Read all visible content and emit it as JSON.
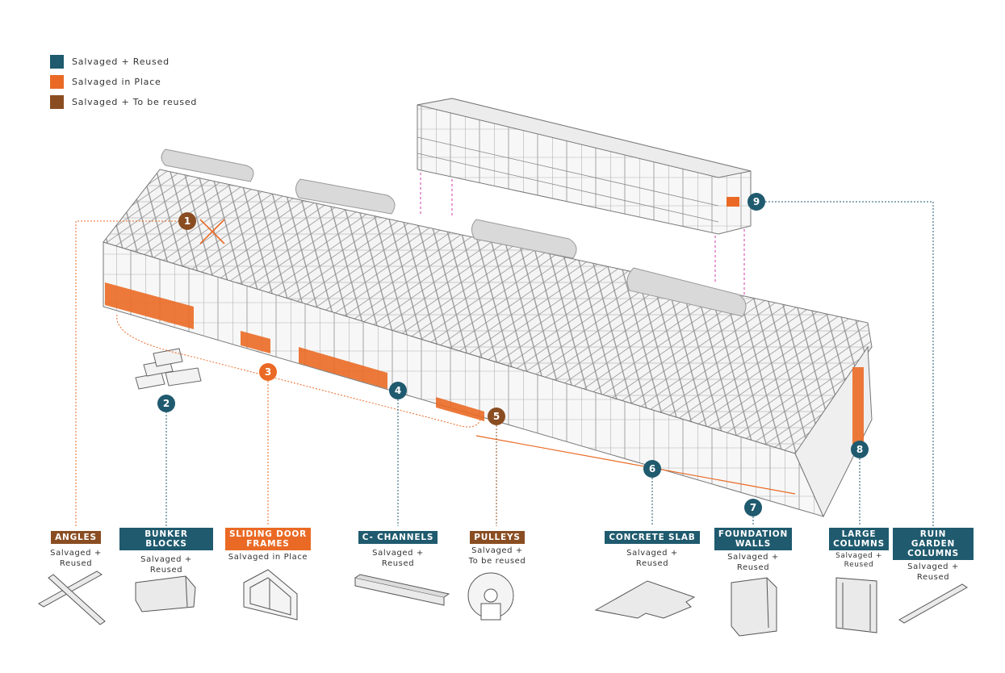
{
  "colors": {
    "salvaged_reused": "#1f5a6e",
    "salvaged_in_place": "#ea6a25",
    "to_be_reused": "#8a4d22",
    "steel": "#9a9a9a"
  },
  "legend": [
    {
      "label": "Salvaged + Reused",
      "color": "#1f5a6e"
    },
    {
      "label": "Salvaged in Place",
      "color": "#ea6a25"
    },
    {
      "label": "Salvaged + To be reused",
      "color": "#8a4d22"
    }
  ],
  "badges": [
    "1",
    "2",
    "3",
    "4",
    "5",
    "6",
    "7",
    "8",
    "9"
  ],
  "items": [
    {
      "title": "ANGLES",
      "status": "Salvaged +\nReused",
      "color": "#8a4d22",
      "icon": "crossed-angles-icon"
    },
    {
      "title": "BUNKER BLOCKS",
      "status": "Salvaged +\nReused",
      "color": "#1f5a6e",
      "icon": "bunker-block-icon"
    },
    {
      "title": "SLIDING DOOR\nFRAMES",
      "status": "Salvaged in Place",
      "color": "#ea6a25",
      "icon": "door-frame-icon"
    },
    {
      "title": "C- CHANNELS",
      "status": "Salvaged +\nReused",
      "color": "#1f5a6e",
      "icon": "c-channel-icon"
    },
    {
      "title": "PULLEYS",
      "status": "Salvaged +\nTo be reused",
      "color": "#8a4d22",
      "icon": "pulley-icon"
    },
    {
      "title": "CONCRETE SLAB",
      "status": "Salvaged +\nReused",
      "color": "#1f5a6e",
      "icon": "slab-icon"
    },
    {
      "title": "FOUNDATION\nWALLS",
      "status": "Salvaged +\nReused",
      "color": "#1f5a6e",
      "icon": "foundation-wall-icon"
    },
    {
      "title": "LARGE\nCOLUMNS",
      "status": "Salvaged +\nReused",
      "color": "#1f5a6e",
      "icon": "large-column-icon"
    },
    {
      "title": "RUIN GARDEN\nCOLUMNS",
      "status": "Salvaged +\nReused",
      "color": "#1f5a6e",
      "icon": "garden-column-icon"
    }
  ]
}
